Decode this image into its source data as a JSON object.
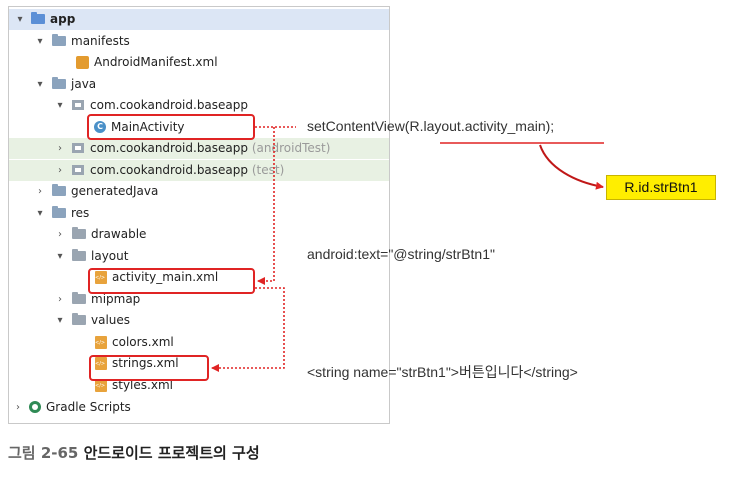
{
  "tree": {
    "rows": [
      {
        "label": "app",
        "arrow": "▾"
      },
      {
        "label": "manifests",
        "arrow": "▾"
      },
      {
        "label": "AndroidManifest.xml",
        "arrow": ""
      },
      {
        "label": "java",
        "arrow": "▾"
      },
      {
        "label": "com.cookandroid.baseapp",
        "arrow": "▾"
      },
      {
        "label": "MainActivity",
        "arrow": "",
        "class_icon_letter": "C"
      },
      {
        "label": "com.cookandroid.baseapp",
        "suffix": "(androidTest)",
        "arrow": "›"
      },
      {
        "label": "com.cookandroid.baseapp",
        "suffix": "(test)",
        "arrow": "›"
      },
      {
        "label": "generatedJava",
        "arrow": "›"
      },
      {
        "label": "res",
        "arrow": "▾"
      },
      {
        "label": "drawable",
        "arrow": "›"
      },
      {
        "label": "layout",
        "arrow": "▾"
      },
      {
        "label": "activity_main.xml",
        "arrow": ""
      },
      {
        "label": "mipmap",
        "arrow": "›"
      },
      {
        "label": "values",
        "arrow": "▾"
      },
      {
        "label": "colors.xml",
        "arrow": ""
      },
      {
        "label": "strings.xml",
        "arrow": ""
      },
      {
        "label": "styles.xml",
        "arrow": ""
      },
      {
        "label": "Gradle Scripts",
        "arrow": "›"
      }
    ]
  },
  "annotations": {
    "set_content_view": "setContentView(R.layout.activity_main);",
    "callout": "R.id.strBtn1",
    "android_text": "android:text=\"@string/strBtn1\"",
    "string_tag": "<string name=\"strBtn1\">버튼입니다</string>"
  },
  "caption": {
    "number": "그림 2-65",
    "text": "안드로이드 프로젝트의 구성"
  },
  "colors": {
    "highlight": "#e02424",
    "callout_bg": "#ffee00",
    "selection": "#dce6f5"
  }
}
